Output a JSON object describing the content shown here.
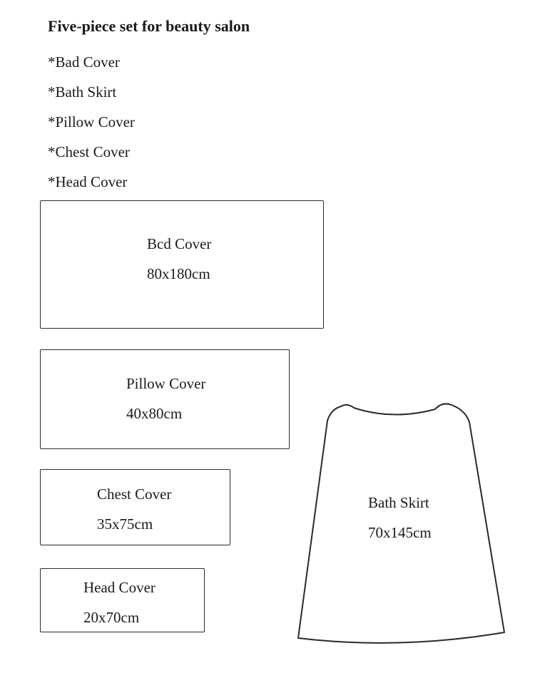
{
  "title": "Five-piece set for beauty salon",
  "items": [
    "*Bad Cover",
    "*Bath Skirt",
    "*Pillow Cover",
    "*Chest Cover",
    "*Head Cover"
  ],
  "pieces": {
    "bed_cover": {
      "name": "Bcd Cover",
      "size": "80x180cm"
    },
    "pillow_cover": {
      "name": "Pillow Cover",
      "size": "40x80cm"
    },
    "chest_cover": {
      "name": "Chest Cover",
      "size": "35x75cm"
    },
    "head_cover": {
      "name": "Head Cover",
      "size": "20x70cm"
    },
    "bath_skirt": {
      "name": "Bath Skirt",
      "size": "70x145cm"
    }
  }
}
